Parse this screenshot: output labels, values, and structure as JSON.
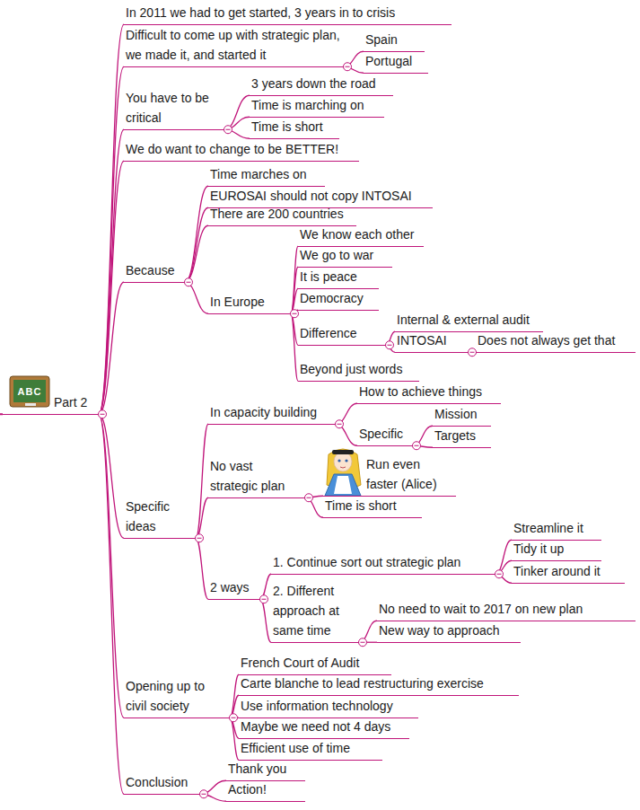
{
  "diagram": {
    "nodes": [
      {
        "text": [
          "Part 2"
        ]
      },
      {
        "text": [
          "In 2011 we had to get started, 3 years in to crisis"
        ]
      },
      {
        "text": [
          "Difficult to come up with strategic plan, we made it, and started it"
        ]
      },
      {
        "text": [
          "Spain"
        ]
      },
      {
        "text": [
          "Portugal"
        ]
      },
      {
        "text": [
          "You have to be critical"
        ]
      },
      {
        "text": [
          "3 years down the road"
        ]
      },
      {
        "text": [
          "Time is marching on"
        ]
      },
      {
        "text": [
          "Time is short"
        ]
      },
      {
        "text": [
          "We do want to change to be BETTER!"
        ]
      },
      {
        "text": [
          "Because"
        ]
      },
      {
        "text": [
          "Time marches on"
        ]
      },
      {
        "text": [
          "EUROSAI should not copy INTOSAI"
        ]
      },
      {
        "text": [
          "There are 200 countries"
        ]
      },
      {
        "text": [
          "In Europe"
        ]
      },
      {
        "text": [
          "We know each other"
        ]
      },
      {
        "text": [
          "We go to war"
        ]
      },
      {
        "text": [
          "It is peace"
        ]
      },
      {
        "text": [
          "Democracy"
        ]
      },
      {
        "text": [
          "Difference"
        ]
      },
      {
        "text": [
          "Internal & external audit"
        ]
      },
      {
        "text": [
          "INTOSAI"
        ]
      },
      {
        "text": [
          "Does not always get that"
        ]
      },
      {
        "text": [
          "Beyond just words"
        ]
      },
      {
        "text": [
          "Specific ideas"
        ]
      },
      {
        "text": [
          "In capacity building"
        ]
      },
      {
        "text": [
          "How to achieve things"
        ]
      },
      {
        "text": [
          "Specific"
        ]
      },
      {
        "text": [
          "Mission"
        ]
      },
      {
        "text": [
          "Targets"
        ]
      },
      {
        "text": [
          "No vast strategic plan"
        ]
      },
      {
        "text": [
          "Run even faster (Alice)"
        ]
      },
      {
        "text": [
          "Time is short"
        ]
      },
      {
        "text": [
          "2 ways"
        ]
      },
      {
        "text": [
          "1. Continue sort out strategic plan"
        ]
      },
      {
        "text": [
          "Streamline it"
        ]
      },
      {
        "text": [
          "Tidy it up"
        ]
      },
      {
        "text": [
          "Tinker around it"
        ]
      },
      {
        "text": [
          "2. Different approach at same time"
        ]
      },
      {
        "text": [
          "No need to wait to 2017 on new plan"
        ]
      },
      {
        "text": [
          "New way to approach"
        ]
      },
      {
        "text": [
          "Opening up to civil society"
        ]
      },
      {
        "text": [
          "French Court of Audit"
        ]
      },
      {
        "text": [
          "Carte blanche to lead restructuring exercise"
        ]
      },
      {
        "text": [
          "Use information technology"
        ]
      },
      {
        "text": [
          "Maybe we need not 4 days"
        ]
      },
      {
        "text": [
          "Efficient use of time"
        ]
      },
      {
        "text": [
          "Conclusion"
        ]
      },
      {
        "text": [
          "Thank you"
        ]
      },
      {
        "text": [
          "Action!"
        ]
      }
    ],
    "edges": [
      {
        "from": 0,
        "to": 1,
        "arrow": "none"
      },
      {
        "from": 0,
        "to": 2,
        "arrow": "none"
      },
      {
        "from": 2,
        "to": 3,
        "arrow": "none"
      },
      {
        "from": 2,
        "to": 4,
        "arrow": "none"
      },
      {
        "from": 0,
        "to": 5,
        "arrow": "none"
      },
      {
        "from": 5,
        "to": 6,
        "arrow": "none"
      },
      {
        "from": 5,
        "to": 7,
        "arrow": "none"
      },
      {
        "from": 5,
        "to": 8,
        "arrow": "none"
      },
      {
        "from": 0,
        "to": 9,
        "arrow": "none"
      },
      {
        "from": 0,
        "to": 10,
        "arrow": "none"
      },
      {
        "from": 10,
        "to": 11,
        "arrow": "none"
      },
      {
        "from": 10,
        "to": 12,
        "arrow": "none"
      },
      {
        "from": 10,
        "to": 13,
        "arrow": "none"
      },
      {
        "from": 10,
        "to": 14,
        "arrow": "none"
      },
      {
        "from": 14,
        "to": 15,
        "arrow": "none"
      },
      {
        "from": 14,
        "to": 16,
        "arrow": "none"
      },
      {
        "from": 14,
        "to": 17,
        "arrow": "none"
      },
      {
        "from": 14,
        "to": 18,
        "arrow": "none"
      },
      {
        "from": 14,
        "to": 19,
        "arrow": "none"
      },
      {
        "from": 19,
        "to": 20,
        "arrow": "none"
      },
      {
        "from": 19,
        "to": 21,
        "arrow": "none"
      },
      {
        "from": 21,
        "to": 22,
        "arrow": "none"
      },
      {
        "from": 14,
        "to": 23,
        "arrow": "none"
      },
      {
        "from": 0,
        "to": 24,
        "arrow": "none"
      },
      {
        "from": 24,
        "to": 25,
        "arrow": "none"
      },
      {
        "from": 25,
        "to": 26,
        "arrow": "none"
      },
      {
        "from": 25,
        "to": 27,
        "arrow": "none"
      },
      {
        "from": 27,
        "to": 28,
        "arrow": "none"
      },
      {
        "from": 27,
        "to": 29,
        "arrow": "none"
      },
      {
        "from": 24,
        "to": 30,
        "arrow": "none"
      },
      {
        "from": 30,
        "to": 31,
        "arrow": "none"
      },
      {
        "from": 30,
        "to": 32,
        "arrow": "none"
      },
      {
        "from": 24,
        "to": 33,
        "arrow": "none"
      },
      {
        "from": 33,
        "to": 34,
        "arrow": "none"
      },
      {
        "from": 34,
        "to": 35,
        "arrow": "none"
      },
      {
        "from": 34,
        "to": 36,
        "arrow": "none"
      },
      {
        "from": 34,
        "to": 37,
        "arrow": "none"
      },
      {
        "from": 33,
        "to": 38,
        "arrow": "none"
      },
      {
        "from": 38,
        "to": 39,
        "arrow": "none"
      },
      {
        "from": 38,
        "to": 40,
        "arrow": "none"
      },
      {
        "from": 0,
        "to": 41,
        "arrow": "none"
      },
      {
        "from": 41,
        "to": 42,
        "arrow": "none"
      },
      {
        "from": 41,
        "to": 43,
        "arrow": "none"
      },
      {
        "from": 41,
        "to": 44,
        "arrow": "none"
      },
      {
        "from": 41,
        "to": 45,
        "arrow": "none"
      },
      {
        "from": 41,
        "to": 46,
        "arrow": "none"
      },
      {
        "from": 0,
        "to": 47,
        "arrow": "none"
      },
      {
        "from": 47,
        "to": 48,
        "arrow": "none"
      },
      {
        "from": 47,
        "to": 49,
        "arrow": "none"
      }
    ],
    "labels": [
      "ABC"
    ]
  }
}
